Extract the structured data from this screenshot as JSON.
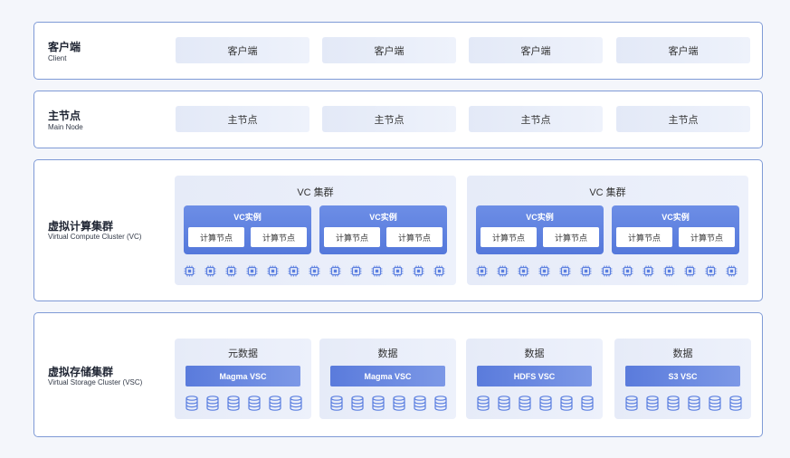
{
  "layers": {
    "client": {
      "title": "客户端",
      "subtitle": "Client",
      "cells": [
        "客户端",
        "客户端",
        "客户端",
        "客户端"
      ]
    },
    "main": {
      "title": "主节点",
      "subtitle": "Main Node",
      "cells": [
        "主节点",
        "主节点",
        "主节点",
        "主节点"
      ]
    },
    "vc": {
      "title": "虚拟计算集群",
      "subtitle": "Virtual Compute Cluster (VC)",
      "clusters": [
        {
          "title": "VC 集群",
          "instances": [
            {
              "title": "VC实例",
              "nodes": [
                "计算节点",
                "计算节点"
              ]
            },
            {
              "title": "VC实例",
              "nodes": [
                "计算节点",
                "计算节点"
              ]
            }
          ]
        },
        {
          "title": "VC 集群",
          "instances": [
            {
              "title": "VC实例",
              "nodes": [
                "计算节点",
                "计算节点"
              ]
            },
            {
              "title": "VC实例",
              "nodes": [
                "计算节点",
                "计算节点"
              ]
            }
          ]
        }
      ],
      "chip_icon": "cpu-chip-icon",
      "chips_per_cluster": 13
    },
    "vsc": {
      "title": "虚拟存储集群",
      "subtitle": "Virtual Storage Cluster (VSC)",
      "stores": [
        {
          "title": "元数据",
          "bar": "Magma VSC"
        },
        {
          "title": "数据",
          "bar": "Magma VSC"
        },
        {
          "title": "数据",
          "bar": "HDFS VSC"
        },
        {
          "title": "数据",
          "bar": "S3 VSC"
        }
      ],
      "db_icon": "database-icon",
      "db_per_store": 6
    }
  },
  "colors": {
    "border": "#7f9ad6",
    "accent": "#5478db",
    "icon": "#5b7fe0",
    "cell": "#e3e9f7"
  }
}
